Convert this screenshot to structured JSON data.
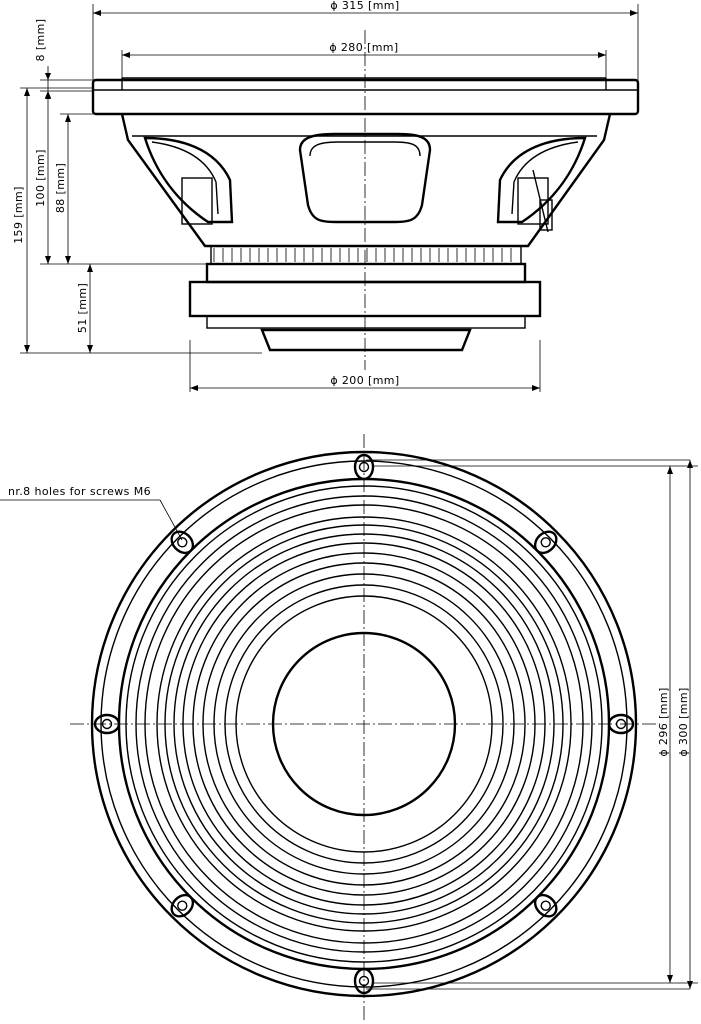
{
  "side_view": {
    "dim_outer_diameter": "ϕ 315 [mm]",
    "dim_baffle_diameter": "ϕ 280 [mm]",
    "dim_flange_thickness": "8 [mm]",
    "dim_total_depth": "159 [mm]",
    "dim_basket_depth": "100 [mm]",
    "dim_frame_depth": "88 [mm]",
    "dim_magnet_depth": "51 [mm]",
    "dim_magnet_diameter": "ϕ 200 [mm]"
  },
  "front_view": {
    "holes_note": "nr.8 holes for screws M6",
    "dim_bolt_circle": "ϕ 296 [mm]",
    "dim_cutout": "ϕ 300 [mm]"
  }
}
